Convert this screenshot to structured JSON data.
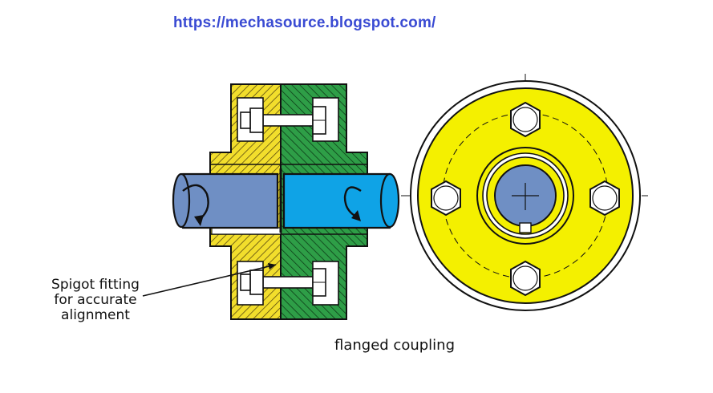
{
  "header": {
    "url": "https://mechasource.blogspot.com/"
  },
  "labels": {
    "spigot_line1": "Spigot fitting",
    "spigot_line2": "for accurate",
    "spigot_line3": "alignment",
    "caption": "flanged coupling"
  },
  "colors": {
    "left_flange": "#f2de2c",
    "right_flange": "#2e9e47",
    "left_shaft": "#6f8fc4",
    "right_shaft": "#0fa3e6",
    "end_view_face": "#f4f000",
    "hub_bore": "#6f8fc4",
    "url_text": "#3a4bd3"
  },
  "icons": [
    "rotation-arrow-icon",
    "hex-bolt-icon"
  ]
}
